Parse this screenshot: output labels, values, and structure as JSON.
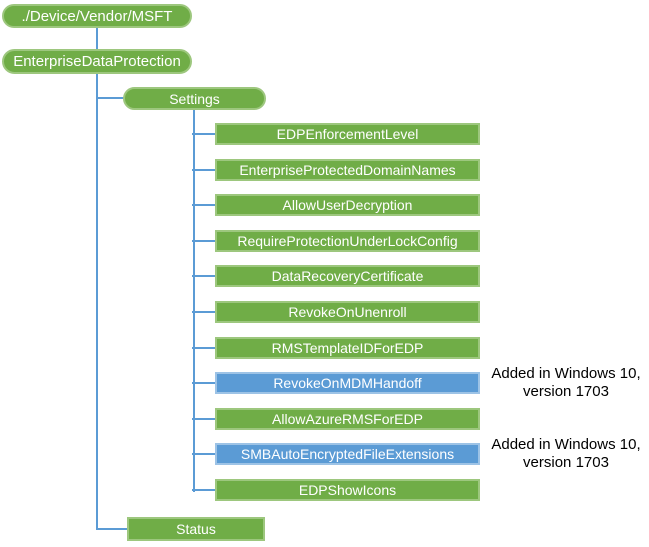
{
  "colors": {
    "green": "#70AD47",
    "green_border": "#9DC77E",
    "blue": "#5B9BD5",
    "blue_border": "#9DC3E6",
    "connector": "#5B9BD5",
    "node_text": "#FFFFFF",
    "annotation_text": "#000000"
  },
  "tree": {
    "root": {
      "label": "./Device/Vendor/MSFT"
    },
    "provider": {
      "label": "EnterpriseDataProtection"
    },
    "settings": {
      "label": "Settings"
    },
    "status": {
      "label": "Status"
    },
    "children": [
      {
        "label": "EDPEnforcementLevel",
        "style": "green"
      },
      {
        "label": "EnterpriseProtectedDomainNames",
        "style": "green"
      },
      {
        "label": "AllowUserDecryption",
        "style": "green"
      },
      {
        "label": "RequireProtectionUnderLockConfig",
        "style": "green"
      },
      {
        "label": "DataRecoveryCertificate",
        "style": "green"
      },
      {
        "label": "RevokeOnUnenroll",
        "style": "green"
      },
      {
        "label": "RMSTemplateIDForEDP",
        "style": "green"
      },
      {
        "label": "RevokeOnMDMHandoff",
        "style": "blue",
        "annotation": {
          "line1": "Added in Windows 10,",
          "line2": "version 1703"
        }
      },
      {
        "label": "AllowAzureRMSForEDP",
        "style": "green"
      },
      {
        "label": "SMBAutoEncryptedFileExtensions",
        "style": "blue",
        "annotation": {
          "line1": "Added in Windows 10,",
          "line2": "version 1703"
        }
      },
      {
        "label": "EDPShowIcons",
        "style": "green"
      }
    ]
  }
}
